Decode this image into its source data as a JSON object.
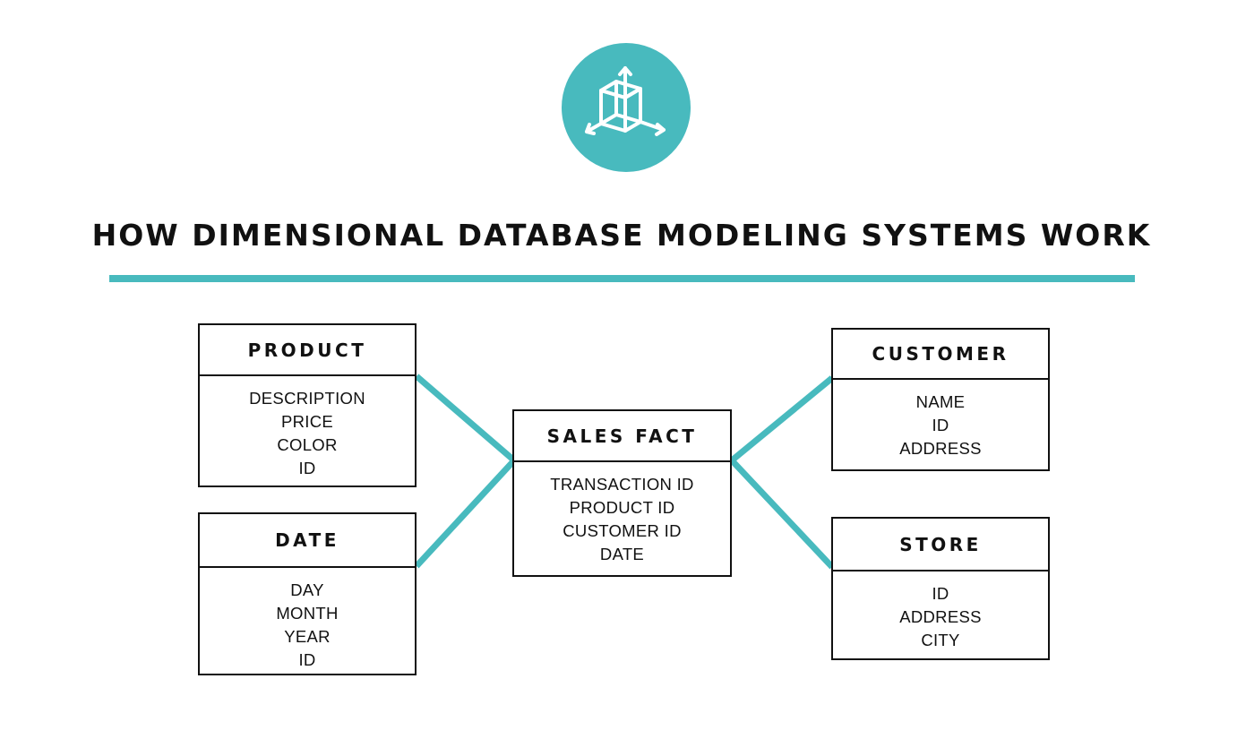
{
  "title": "HOW DIMENSIONAL DATABASE MODELING SYSTEMS WORK",
  "logo": {
    "icon": "cube-axes-icon",
    "color": "#48babe"
  },
  "colors": {
    "accent": "#48babe",
    "border": "#111111"
  },
  "entities": {
    "product": {
      "name": "PRODUCT",
      "fields": [
        "DESCRIPTION",
        "PRICE",
        "COLOR",
        "ID"
      ]
    },
    "date": {
      "name": "DATE",
      "fields": [
        "DAY",
        "MONTH",
        "YEAR",
        "ID"
      ]
    },
    "sales_fact": {
      "name": "SALES FACT",
      "fields": [
        "TRANSACTION ID",
        "PRODUCT ID",
        "CUSTOMER ID",
        "DATE"
      ]
    },
    "customer": {
      "name": "CUSTOMER",
      "fields": [
        "NAME",
        "ID",
        "ADDRESS"
      ]
    },
    "store": {
      "name": "STORE",
      "fields": [
        "ID",
        "ADDRESS",
        "CITY"
      ]
    }
  },
  "connections": [
    {
      "from": "product",
      "to": "sales_fact"
    },
    {
      "from": "date",
      "to": "sales_fact"
    },
    {
      "from": "sales_fact",
      "to": "customer"
    },
    {
      "from": "sales_fact",
      "to": "store"
    }
  ]
}
